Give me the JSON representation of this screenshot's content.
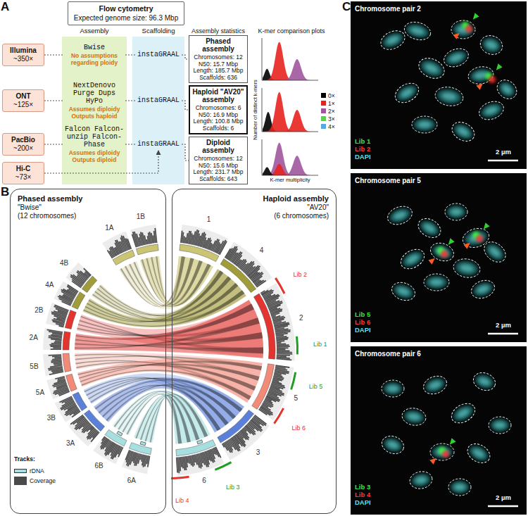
{
  "diagram": {
    "nodes": [
      {
        "text": [
          "Flow cytometry",
          "Expected genome size: 96.3 Mbp"
        ]
      },
      {
        "text": [
          "Illumina",
          "~350×"
        ]
      },
      {
        "text": [
          "ONT",
          "~125×"
        ]
      },
      {
        "text": [
          "PacBio",
          "~200×"
        ]
      },
      {
        "text": [
          "Hi-C",
          "~73×"
        ]
      },
      {
        "text": [
          "Assembly"
        ]
      },
      {
        "text": [
          "Bwise",
          "No assumptions regarding ploidy"
        ],
        "in": 5
      },
      {
        "text": [
          "NextDenovo Purge Dups HyPo",
          "Assumes diploidy Outputs haploid"
        ],
        "in": 5
      },
      {
        "text": [
          "Falcon Falcon-unzip Falcon-Phase",
          "Assumes diploidy Outputs diploid"
        ],
        "in": 5
      },
      {
        "text": [
          "Scaffolding"
        ]
      },
      {
        "text": [
          "instaGRAAL"
        ],
        "in": 9
      },
      {
        "text": [
          "instaGRAAL"
        ],
        "in": 9
      },
      {
        "text": [
          "instaGRAAL"
        ],
        "in": 9
      },
      {
        "text": [
          "Phased assembly",
          "Chromosomes: 12",
          "N50: 15.7 Mbp",
          "Length: 185.7 Mbp",
          "Scaffolds: 636"
        ]
      },
      {
        "text": [
          "Haploid \"AV20\" assembly",
          "Chromosomes: 6",
          "N50: 16.9 Mbp",
          "Length: 100.8 Mbp",
          "Scaffolds: 6"
        ]
      },
      {
        "text": [
          "Diploid assembly",
          "Chromosomes: 12",
          "N50: 15.6 Mbp",
          "Length: 231.7 Mbp",
          "Scaffolds: 643"
        ]
      },
      {
        "text": [
          "Phased assembly",
          "\"Bwise\"",
          "(12 chromosomes)"
        ]
      },
      {
        "text": [
          "Haploid assembly",
          "\"AV20\"",
          "(6 chromosomes)"
        ]
      },
      {
        "text": [
          "Chromosome pair 2"
        ]
      },
      {
        "text": [
          "Chromosome pair 5"
        ]
      },
      {
        "text": [
          "Chromosome pair 6"
        ]
      }
    ],
    "edges": [
      {
        "from": 1,
        "to": 6,
        "arrow": "none"
      },
      {
        "from": 2,
        "to": 7,
        "arrow": "none"
      },
      {
        "from": 3,
        "to": 8,
        "arrow": "none"
      },
      {
        "from": 6,
        "to": 10,
        "arrow": "none"
      },
      {
        "from": 7,
        "to": 11,
        "arrow": "none"
      },
      {
        "from": 8,
        "to": 12,
        "arrow": "none"
      },
      {
        "from": 10,
        "to": 13,
        "arrow": "none"
      },
      {
        "from": 11,
        "to": 14,
        "arrow": "none"
      },
      {
        "from": 12,
        "to": 15,
        "arrow": "none"
      },
      {
        "from": 4,
        "to": 12,
        "arrow": "to"
      }
    ],
    "labels": [
      "A",
      "Assembly statistics",
      "K-mer comparison plots",
      "Number of distinct k-mers",
      "K-mer multiplicity",
      "B",
      "1A",
      "1B",
      "4B",
      "4A",
      "2B",
      "2A",
      "5B",
      "5A",
      "3B",
      "3A",
      "6B",
      "6A",
      "1",
      "4",
      "2",
      "5",
      "3",
      "6",
      "Lib 2",
      "Lib 1",
      "Lib 5",
      "Lib 6",
      "Lib 4",
      "Lib 3",
      "Tracks:",
      "C",
      "Lib 1",
      "Lib 2",
      "DAPI",
      "2 µm",
      "Lib 5",
      "Lib 6",
      "DAPI",
      "2 µm",
      "Lib 3",
      "Lib 4",
      "DAPI",
      "2 µm"
    ],
    "legend": [
      {
        "text": "0×",
        "color": "#000000"
      },
      {
        "text": "1×",
        "color": "#e8231f"
      },
      {
        "text": "2×",
        "color": "#a0569e"
      },
      {
        "text": "3×",
        "color": "#5ad14b"
      },
      {
        "text": "4×",
        "color": "#5aa7e0"
      },
      {
        "text": "rDNA"
      },
      {
        "text": "Coverage"
      }
    ]
  }
}
